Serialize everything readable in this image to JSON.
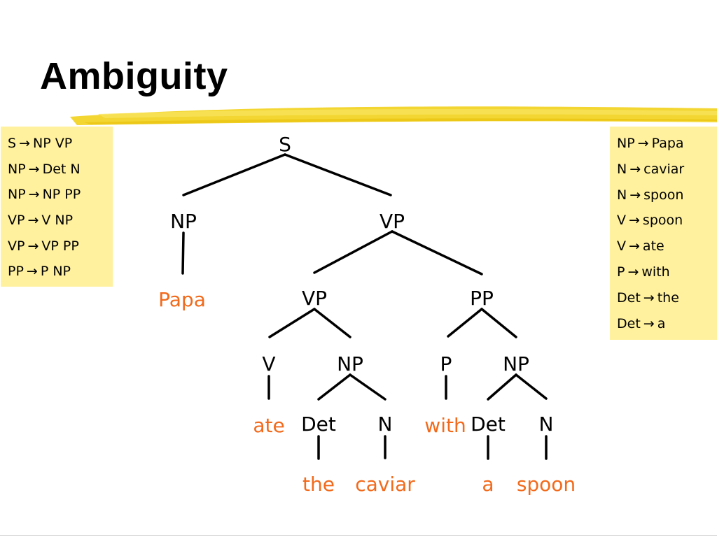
{
  "slide": {
    "title": "Ambiguity"
  },
  "colors": {
    "rule_box_bg": "#fff19e",
    "highlight": "#f2d21c",
    "word": "#f26a1b",
    "node": "#000000"
  },
  "grammar_rules": [
    {
      "lhs": "S",
      "rhs": "NP VP"
    },
    {
      "lhs": "NP",
      "rhs": "Det N"
    },
    {
      "lhs": "NP",
      "rhs": "NP PP"
    },
    {
      "lhs": "VP",
      "rhs": "V NP"
    },
    {
      "lhs": "VP",
      "rhs": "VP PP"
    },
    {
      "lhs": "PP",
      "rhs": "P NP"
    }
  ],
  "lexicon_rules": [
    {
      "lhs": "NP",
      "rhs": "Papa"
    },
    {
      "lhs": "N",
      "rhs": "caviar"
    },
    {
      "lhs": "N",
      "rhs": "spoon"
    },
    {
      "lhs": "V",
      "rhs": "spoon"
    },
    {
      "lhs": "V",
      "rhs": "ate"
    },
    {
      "lhs": "P",
      "rhs": "with"
    },
    {
      "lhs": "Det",
      "rhs": "the"
    },
    {
      "lhs": "Det",
      "rhs": "a"
    }
  ],
  "arrow_glyph": "→",
  "tree": {
    "nodes": [
      {
        "id": "s",
        "label": "S",
        "kind": "node"
      },
      {
        "id": "np1",
        "label": "NP",
        "kind": "node"
      },
      {
        "id": "vp1",
        "label": "VP",
        "kind": "node"
      },
      {
        "id": "papa",
        "label": "Papa",
        "kind": "word"
      },
      {
        "id": "vp2",
        "label": "VP",
        "kind": "node"
      },
      {
        "id": "pp",
        "label": "PP",
        "kind": "node"
      },
      {
        "id": "v",
        "label": "V",
        "kind": "node"
      },
      {
        "id": "np2",
        "label": "NP",
        "kind": "node"
      },
      {
        "id": "p",
        "label": "P",
        "kind": "node"
      },
      {
        "id": "np3",
        "label": "NP",
        "kind": "node"
      },
      {
        "id": "ate",
        "label": "ate",
        "kind": "word"
      },
      {
        "id": "det1",
        "label": "Det",
        "kind": "node"
      },
      {
        "id": "n1",
        "label": "N",
        "kind": "node"
      },
      {
        "id": "with",
        "label": "with",
        "kind": "word"
      },
      {
        "id": "det2",
        "label": "Det",
        "kind": "node"
      },
      {
        "id": "n2",
        "label": "N",
        "kind": "node"
      },
      {
        "id": "the",
        "label": "the",
        "kind": "word"
      },
      {
        "id": "caviar",
        "label": "caviar",
        "kind": "word"
      },
      {
        "id": "a",
        "label": "a",
        "kind": "word"
      },
      {
        "id": "spoon",
        "label": "spoon",
        "kind": "word"
      }
    ],
    "edges": [
      [
        "s",
        "np1"
      ],
      [
        "s",
        "vp1"
      ],
      [
        "np1",
        "papa"
      ],
      [
        "vp1",
        "vp2"
      ],
      [
        "vp1",
        "pp"
      ],
      [
        "vp2",
        "v"
      ],
      [
        "vp2",
        "np2"
      ],
      [
        "pp",
        "p"
      ],
      [
        "pp",
        "np3"
      ],
      [
        "v",
        "ate"
      ],
      [
        "np2",
        "det1"
      ],
      [
        "np2",
        "n1"
      ],
      [
        "p",
        "with"
      ],
      [
        "np3",
        "det2"
      ],
      [
        "np3",
        "n2"
      ],
      [
        "det1",
        "the"
      ],
      [
        "n1",
        "caviar"
      ],
      [
        "det2",
        "a"
      ],
      [
        "n2",
        "spoon"
      ]
    ]
  }
}
